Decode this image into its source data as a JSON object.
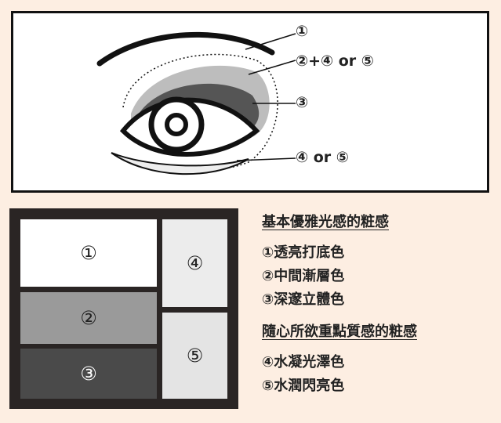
{
  "eye_diagram": {
    "labels": [
      "①",
      "②+④ or ⑤",
      "③",
      "④ or ⑤"
    ]
  },
  "palette": {
    "pans": [
      {
        "num": "①",
        "color": "#ffffff"
      },
      {
        "num": "②",
        "color": "#9a9a9a"
      },
      {
        "num": "③",
        "color": "#4a4a4a"
      },
      {
        "num": "④",
        "color": "#ececec"
      },
      {
        "num": "⑤",
        "color": "#e4e4e4"
      }
    ]
  },
  "legend": {
    "group1_title": "基本優雅光感的粧感",
    "group1_items": [
      "①透亮打底色",
      "②中間漸層色",
      "③深邃立體色"
    ],
    "group2_title": "隨心所欲重點質感的粧感",
    "group2_items": [
      "④水凝光澤色",
      "⑤水潤閃亮色"
    ]
  }
}
